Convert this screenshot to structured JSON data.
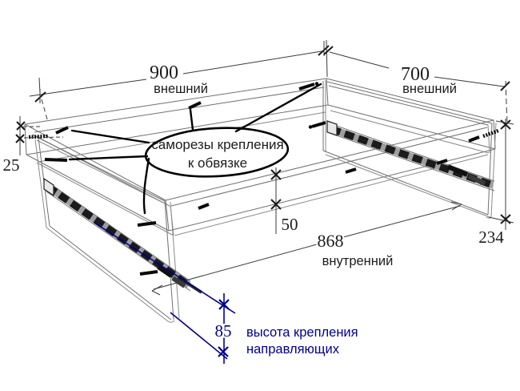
{
  "callout": {
    "line1": "саморезы крепления",
    "line2": "к обвязке"
  },
  "dimensions": {
    "outer_width": {
      "value": "900",
      "label": "внешний"
    },
    "outer_depth": {
      "value": "700",
      "label": "внешний"
    },
    "panel_top_offset": {
      "value": "25"
    },
    "frame_height": {
      "value": "50"
    },
    "inner_width": {
      "value": "868",
      "label": "внутренний"
    },
    "side_panel_height": {
      "value": "234"
    },
    "slide_mount_height": {
      "value": "85",
      "label_line1": "высота крепления",
      "label_line2": "направляющих"
    }
  },
  "colors": {
    "wireframe_line": "#707070",
    "dimension_line": "#3a3a3a",
    "leader_line": "#000000",
    "accent_navy": "#00008b",
    "background": "#ffffff"
  }
}
